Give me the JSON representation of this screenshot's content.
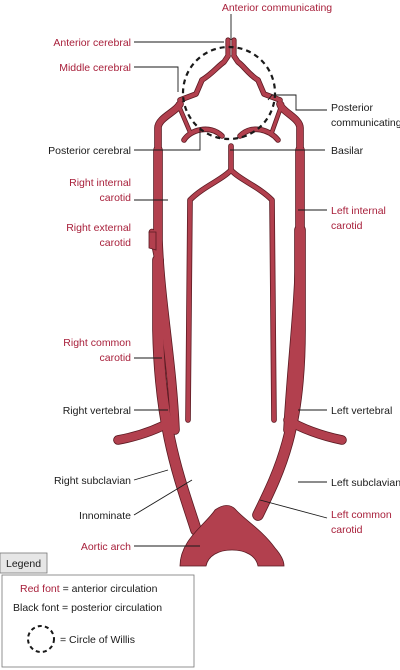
{
  "labels": {
    "anterior_communicating": "Anterior communicating",
    "anterior_cerebral": "Anterior cerebral",
    "middle_cerebral": "Middle cerebral",
    "posterior_communicating_1": "Posterior",
    "posterior_communicating_2": "communicating",
    "posterior_cerebral": "Posterior cerebral",
    "basilar": "Basilar",
    "right_internal_carotid_1": "Right internal",
    "right_internal_carotid_2": "carotid",
    "left_internal_carotid_1": "Left internal",
    "left_internal_carotid_2": "carotid",
    "right_external_carotid_1": "Right external",
    "right_external_carotid_2": "carotid",
    "right_common_carotid_1": "Right common",
    "right_common_carotid_2": "carotid",
    "right_vertebral": "Right vertebral",
    "left_vertebral": "Left vertebral",
    "right_subclavian": "Right subclavian",
    "left_subclavian": "Left subclavian",
    "innominate": "Innominate",
    "left_common_carotid_1": "Left common",
    "left_common_carotid_2": "carotid",
    "aortic_arch": "Aortic arch"
  },
  "legend": {
    "title": "Legend",
    "red_font": "Red font",
    "red_desc": " = anterior circulation",
    "black_font": "Black font",
    "black_desc": " = posterior circulation",
    "circle_desc": "= Circle of Willis"
  },
  "colors": {
    "anterior_text": "#a8203b",
    "posterior_text": "#1a1a1a",
    "vessel_fill": "#b2404e",
    "vessel_edge": "#5a1a22"
  }
}
